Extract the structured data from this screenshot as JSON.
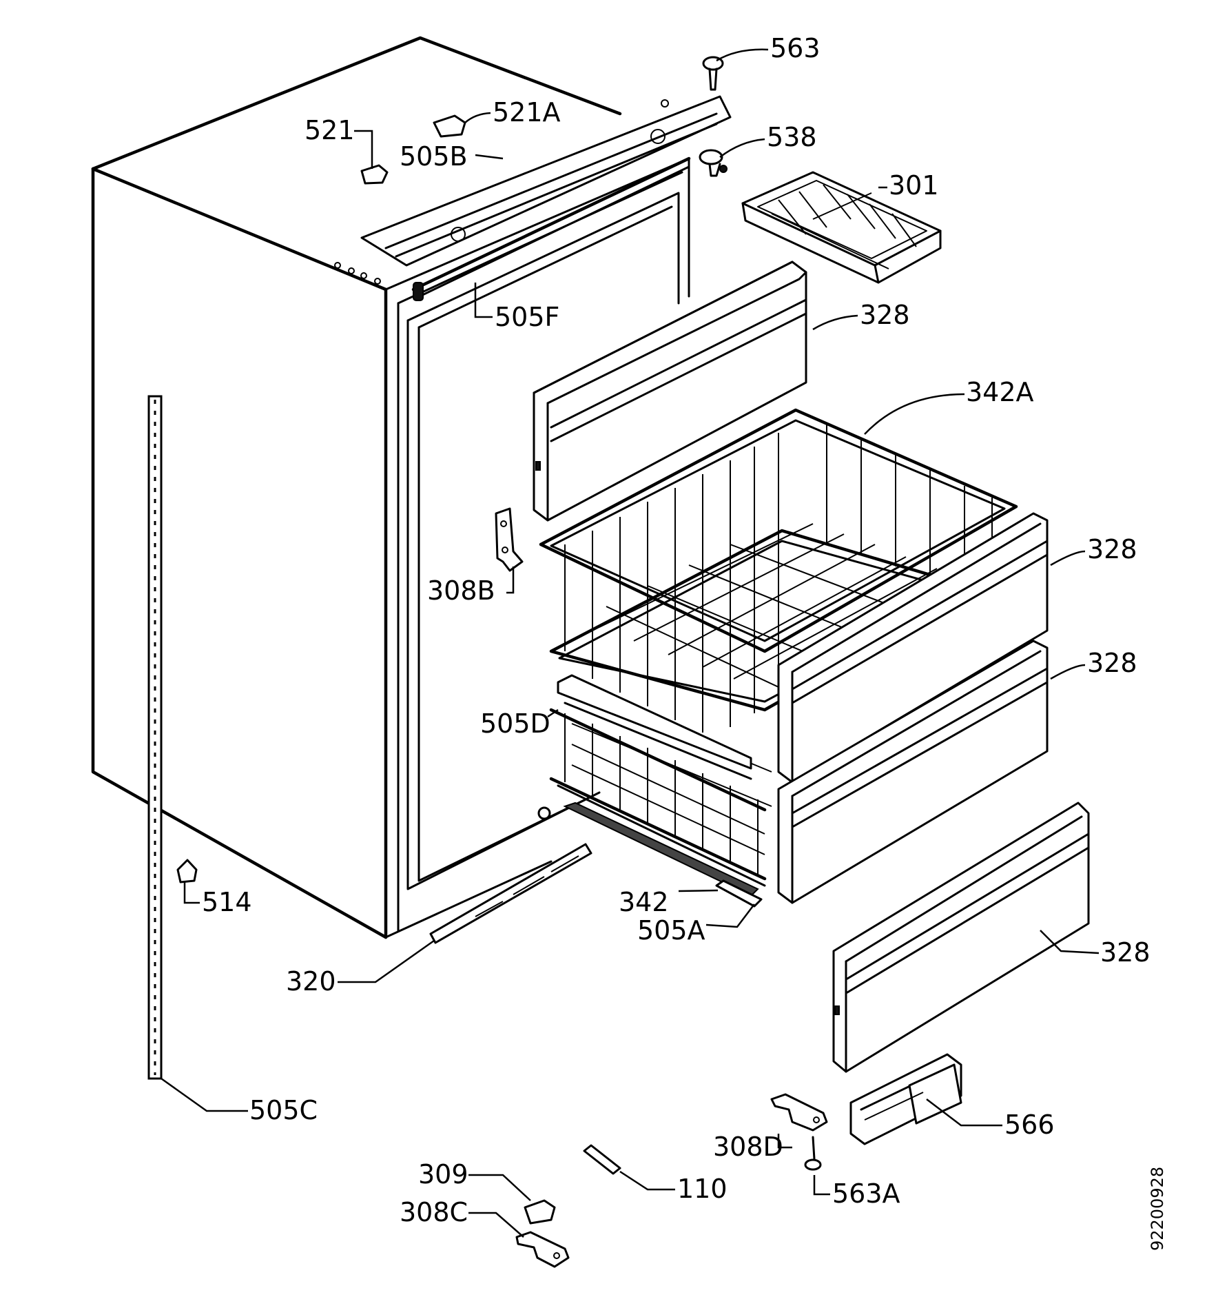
{
  "labels": {
    "p563": "563",
    "p521A": "521A",
    "p521": "521",
    "p505B": "505B",
    "p538": "538",
    "p301": "301",
    "p505F": "505F",
    "p328_top": "328",
    "p342A": "342A",
    "p328_mid1": "328",
    "p328_mid2": "328",
    "p308B": "308B",
    "p505D": "505D",
    "p514": "514",
    "p342": "342",
    "p505A": "505A",
    "p320": "320",
    "p328_bottom": "328",
    "p505C": "505C",
    "p566": "566",
    "p308D": "308D",
    "p563A": "563A",
    "p309": "309",
    "p110": "110",
    "p308C": "308C"
  },
  "drawing_number": "92200928"
}
